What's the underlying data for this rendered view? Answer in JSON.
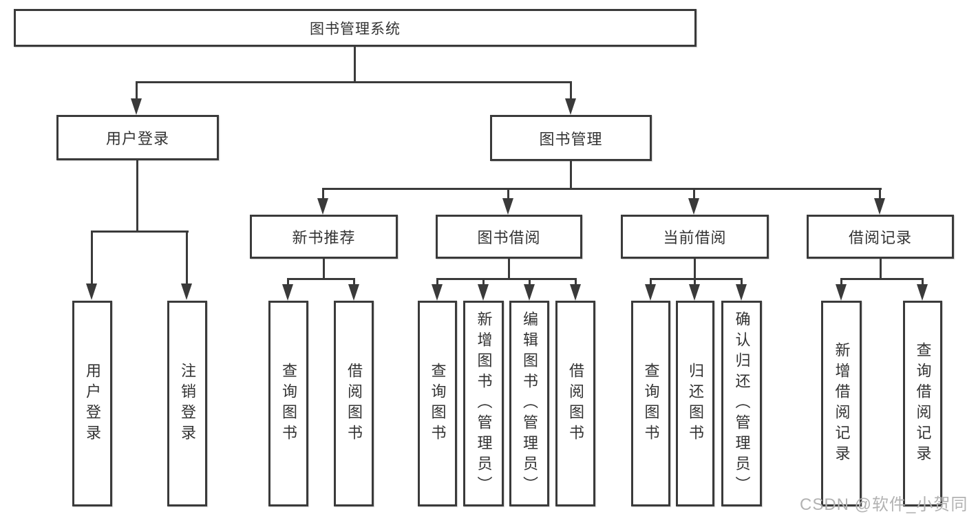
{
  "diagram": {
    "root": {
      "label": "图书管理系统"
    },
    "branches": {
      "user_login": {
        "label": "用户登录",
        "children": {
          "login": "用户登录",
          "logout": "注销登录"
        }
      },
      "book_management": {
        "label": "图书管理",
        "children": {
          "new_book": {
            "label": "新书推荐",
            "children": {
              "query": "查询图书",
              "borrow": "借阅图书"
            }
          },
          "borrowing": {
            "label": "图书借阅",
            "children": {
              "query": "查询图书",
              "add": "新增图书（管理员）",
              "edit": "编辑图书（管理员）",
              "borrow": "借阅图书"
            }
          },
          "current": {
            "label": "当前借阅",
            "children": {
              "query": "查询图书",
              "return": "归还图书",
              "confirm": "确认归还（管理员）"
            }
          },
          "records": {
            "label": "借阅记录",
            "children": {
              "add": "新增借阅记录",
              "query": "查询借阅记录"
            }
          }
        }
      }
    }
  },
  "watermark": {
    "text": "CSDN @软件_小贺同学"
  },
  "colors": {
    "line": "#3a3a3a",
    "text": "#333333",
    "watermark": "#b2b2b2",
    "background": "#ffffff"
  }
}
